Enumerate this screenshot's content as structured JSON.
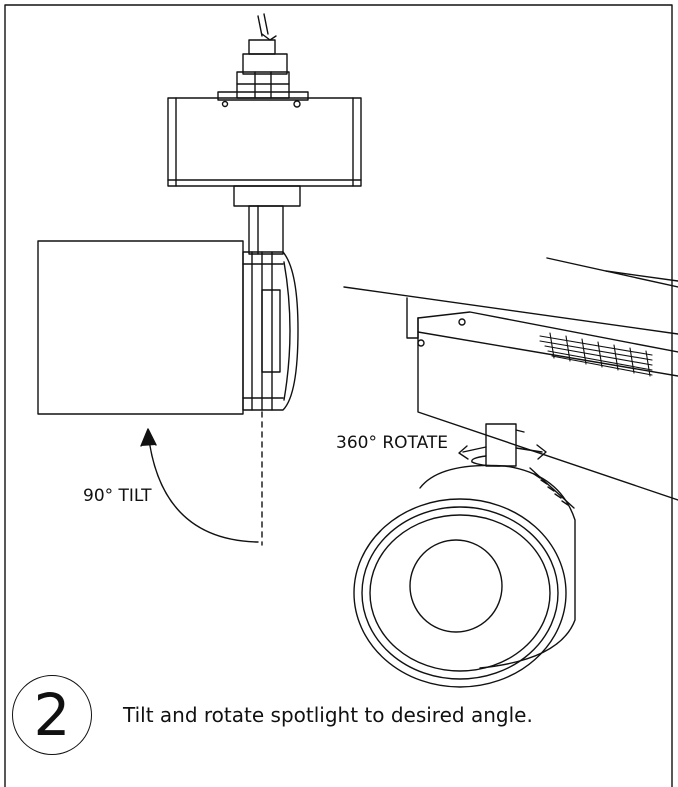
{
  "labels": {
    "tilt": "90° TILT",
    "rotate": "360° ROTATE"
  },
  "step": {
    "number": "2",
    "instruction": "Tilt and rotate spotlight to desired angle."
  }
}
